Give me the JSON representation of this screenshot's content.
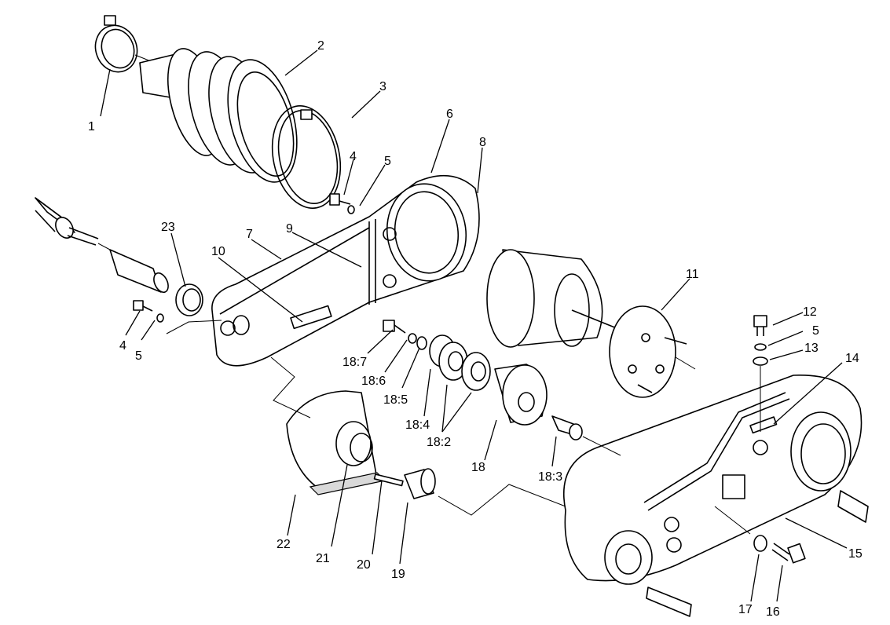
{
  "callouts": [
    {
      "id": "c1",
      "text": "1"
    },
    {
      "id": "c2",
      "text": "2"
    },
    {
      "id": "c3",
      "text": "3"
    },
    {
      "id": "c4a",
      "text": "4"
    },
    {
      "id": "c5a",
      "text": "5"
    },
    {
      "id": "c6",
      "text": "6"
    },
    {
      "id": "c7",
      "text": "7"
    },
    {
      "id": "c8",
      "text": "8"
    },
    {
      "id": "c9",
      "text": "9"
    },
    {
      "id": "c10",
      "text": "10"
    },
    {
      "id": "c11",
      "text": "11"
    },
    {
      "id": "c12",
      "text": "12"
    },
    {
      "id": "c5b",
      "text": "5"
    },
    {
      "id": "c13",
      "text": "13"
    },
    {
      "id": "c14",
      "text": "14"
    },
    {
      "id": "c15",
      "text": "15"
    },
    {
      "id": "c16",
      "text": "16"
    },
    {
      "id": "c17",
      "text": "17"
    },
    {
      "id": "c18",
      "text": "18"
    },
    {
      "id": "c18_2",
      "text": "18:2"
    },
    {
      "id": "c18_3",
      "text": "18:3"
    },
    {
      "id": "c18_4",
      "text": "18:4"
    },
    {
      "id": "c18_5",
      "text": "18:5"
    },
    {
      "id": "c18_6",
      "text": "18:6"
    },
    {
      "id": "c18_7",
      "text": "18:7"
    },
    {
      "id": "c19",
      "text": "19"
    },
    {
      "id": "c20",
      "text": "20"
    },
    {
      "id": "c21",
      "text": "21"
    },
    {
      "id": "c22",
      "text": "22"
    },
    {
      "id": "c23",
      "text": "23"
    },
    {
      "id": "c4b",
      "text": "4"
    },
    {
      "id": "c5c",
      "text": "5"
    }
  ]
}
